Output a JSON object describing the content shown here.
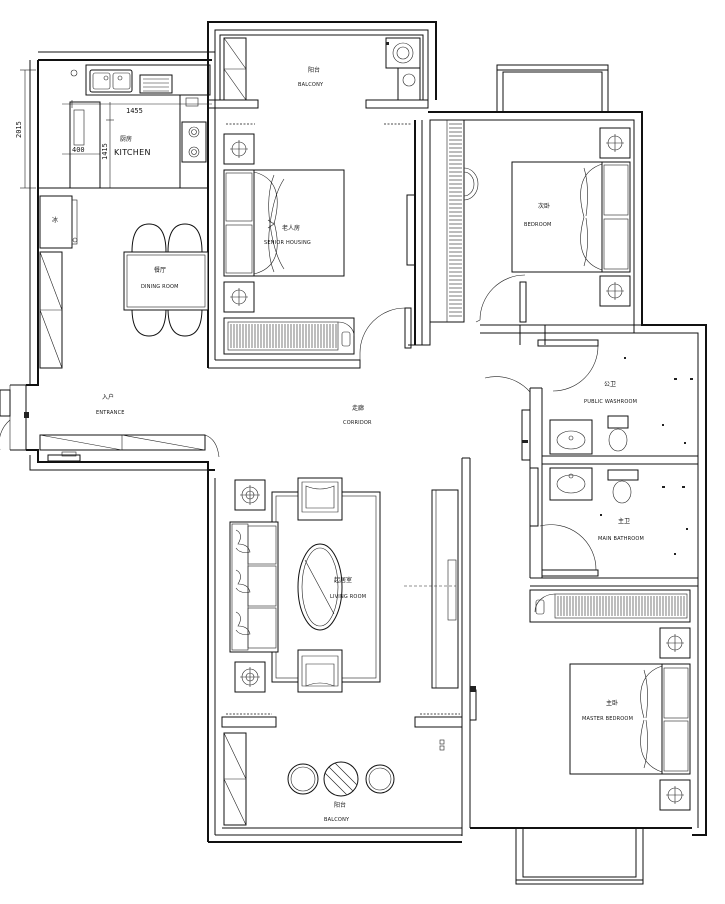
{
  "rooms": {
    "balcony_top": {
      "cn": "阳台",
      "en": "BALCONY"
    },
    "kitchen": {
      "cn": "厨房",
      "en": "KITCHEN"
    },
    "senior_housing": {
      "cn": "老人房",
      "en": "SENIOR HOUSING"
    },
    "bedroom": {
      "cn": "次卧",
      "en": "BEDROOM"
    },
    "dining_room": {
      "cn": "餐厅",
      "en": "DINING ROOM"
    },
    "entrance": {
      "cn": "入户",
      "en": "ENTRANCE"
    },
    "corridor": {
      "cn": "走廊",
      "en": "CORRIDOR"
    },
    "public_washroom": {
      "cn": "公卫",
      "en": "PUBLIC WASHROOM"
    },
    "main_bathroom": {
      "cn": "主卫",
      "en": "MAIN BATHROOM"
    },
    "living_room": {
      "cn": "起居室",
      "en": "LIVING ROOM"
    },
    "master_bedroom": {
      "cn": "主卧",
      "en": "MASTER BEDROOM"
    },
    "balcony_bottom": {
      "cn": "阳台",
      "en": "BALCONY"
    }
  },
  "dimensions": {
    "overall_height": "2015",
    "kitchen_width": "1455",
    "kitchen_depth": "1415",
    "small": "400"
  },
  "fixtures": {
    "fridge_mark": "冰"
  }
}
